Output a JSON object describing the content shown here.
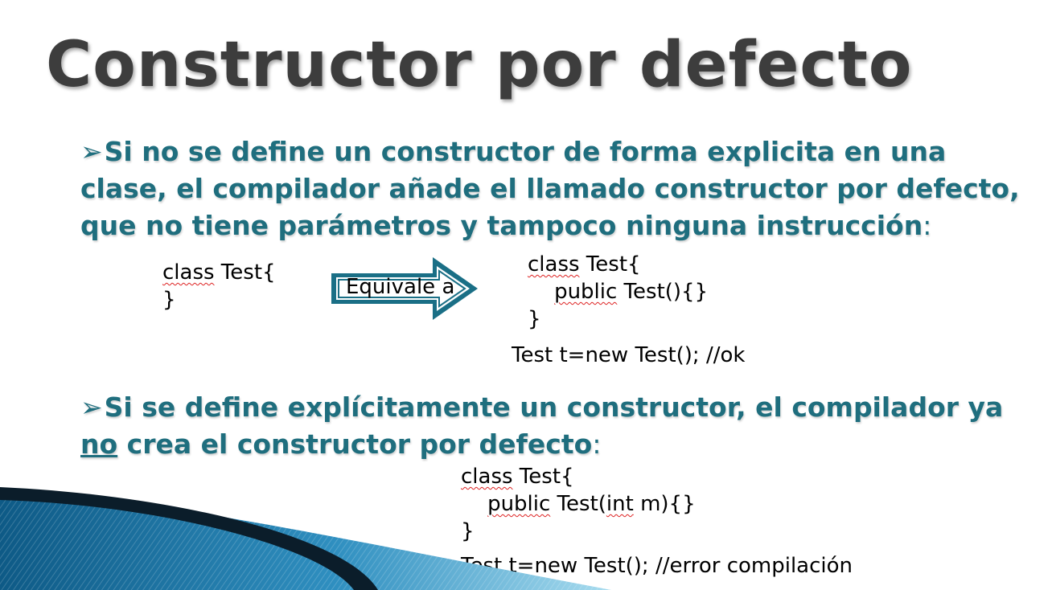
{
  "slide": {
    "title": "Constructor por defecto",
    "bullet_symbol": "➢",
    "point1": {
      "text": "Si no se define un constructor de forma explicita en una clase, el compilador añade el llamado constructor por defecto, que no tiene parámetros y tampoco ninguna instrucción",
      "colon": ":"
    },
    "example1": {
      "left_code": {
        "line1_kw": "class",
        "line1_rest": " Test{",
        "line2": "}"
      },
      "arrow_label": "Equivale a",
      "right_code": {
        "line1_kw": "class",
        "line1_rest": " Test{",
        "line2_indent": "    ",
        "line2_kw": "public",
        "line2_rest": " Test(){}",
        "line3": "}"
      },
      "usage": "Test t=new Test(); //ok"
    },
    "point2": {
      "text_before": "Si se define explícitamente un constructor, el compilador ya ",
      "underlined": "no",
      "text_after": " crea el constructor por defecto",
      "colon": ":"
    },
    "example2": {
      "line1_kw": "class",
      "line1_rest": " Test{",
      "line2_indent": "    ",
      "line2_kw": "public",
      "line2_mid": " Test(",
      "line2_kw2": "int",
      "line2_rest": " m){}",
      "line3": "}",
      "usage": "Test t=new Test(); //error compilación"
    },
    "colors": {
      "title": "#3d3d3d",
      "text": "#1f6e7e",
      "accent": "#1a6f86",
      "deco_light": "#8fd0e8"
    }
  }
}
